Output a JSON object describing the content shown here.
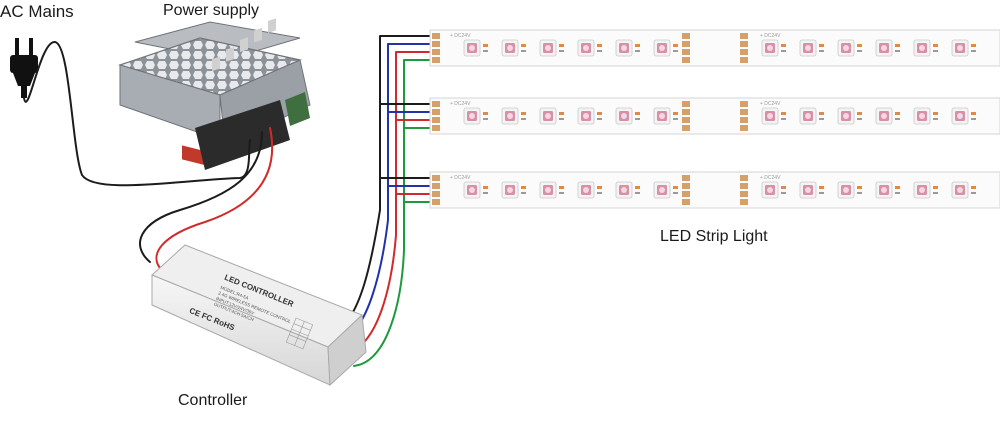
{
  "labels": {
    "ac_mains": "AC Mains",
    "power_supply": "Power supply",
    "led_strip": "LED Strip Light",
    "controller": "Controller"
  },
  "controller_box": {
    "title": "LED CONTROLLER",
    "lines": [
      "MODEL:R4-5A",
      "2.4G WIRELESS REMOTE CONTROL",
      "INPUT:12V/24V/36V",
      "OUTPUT:4CH 5A/CH"
    ],
    "marks": "CE  FC  RoHS"
  },
  "strip_marking": "+ DC24V",
  "colors": {
    "black_wire": "#1c1c1c",
    "red_wire": "#d22a2a",
    "blue_wire": "#2233aa",
    "green_wire": "#1e9a3c",
    "led_pink": "#d98fa8",
    "resistor": "#e08a48",
    "copper_pad": "#d6a06a"
  },
  "icons": [
    "plug-icon",
    "power-supply-unit",
    "led-controller-box",
    "led-strip"
  ]
}
